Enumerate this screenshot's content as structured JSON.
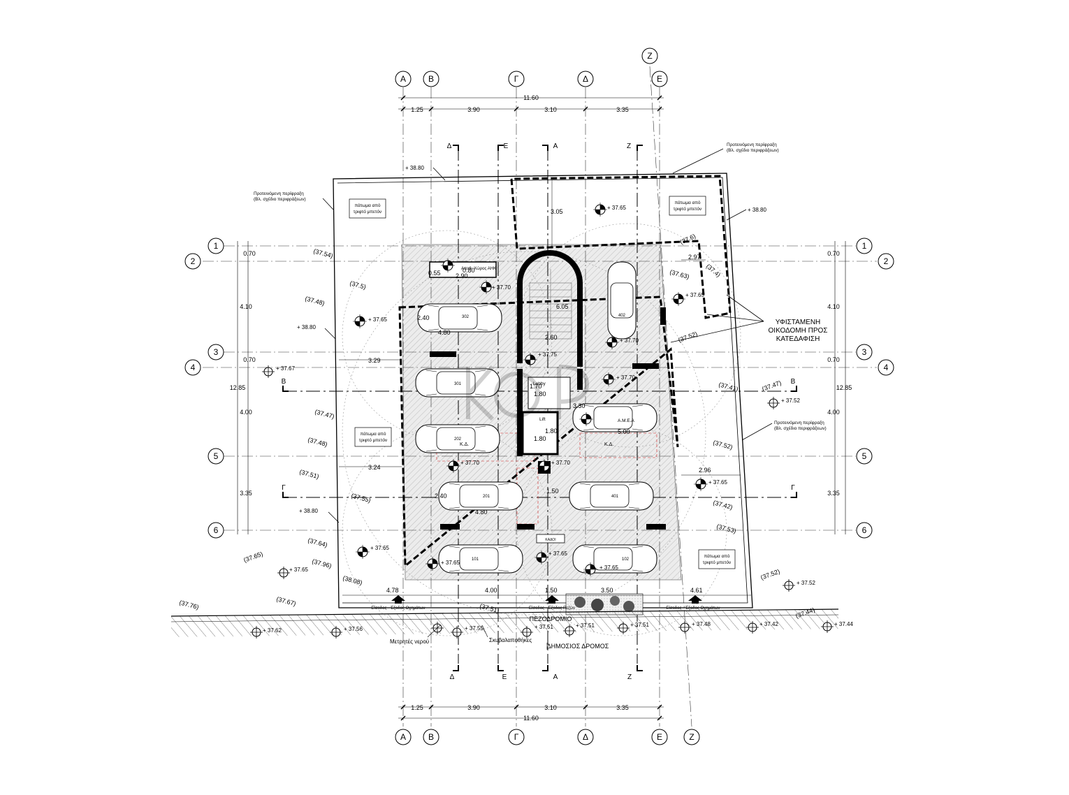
{
  "grid": {
    "columns": [
      "Α",
      "Β",
      "Γ",
      "Δ",
      "Ε"
    ],
    "column_extra": "Ζ",
    "rows_left": [
      "1",
      "2",
      "3",
      "4",
      "5",
      "6"
    ],
    "rows_right": [
      "1",
      "2",
      "3",
      "4",
      "5",
      "6"
    ]
  },
  "dims": {
    "top_total": "11.60",
    "top_segments": [
      "1.25",
      "3.90",
      "3.10",
      "3.35"
    ],
    "bottom_total": "11.60",
    "bottom_segments": [
      "1.25",
      "3.90",
      "3.10",
      "3.35"
    ],
    "left_total": "12.85",
    "left_segments": [
      "0.70",
      "4.10",
      "0.70",
      "4.00",
      "3.35"
    ],
    "right_total": "12.85",
    "right_segments": [
      "0.70",
      "4.10",
      "0.70",
      "4.00",
      "3.35"
    ],
    "interior": [
      "3.05",
      "2.97",
      "6.05",
      "2.60",
      "3.29",
      "1.70",
      "1.80",
      "3.30",
      "1.80",
      "1.80",
      "5.00",
      "3.24",
      "2.96",
      "2.40",
      "4.80",
      "2.40",
      "4.80",
      "1.50",
      "4.78",
      "4.00",
      "1.50",
      "3.50",
      "4.61",
      "0.80",
      "0.55",
      "2.90"
    ]
  },
  "sections": {
    "top": [
      "Δ",
      "Ε",
      "Α",
      "Ζ"
    ],
    "bottom": [
      "Δ",
      "Ε",
      "Α",
      "Ζ"
    ],
    "left_B": "Β",
    "right_B": "Β",
    "left_G": "Γ",
    "right_G": "Γ"
  },
  "notes": {
    "fence_top_right": [
      "Προτεινόμενη περίφραξη",
      "(Βλ. σχέδιο περιφράξεων)"
    ],
    "fence_left": [
      "Προτεινόμενη περίφραξη",
      "(Βλ. σχέδιο περιφράξεων)"
    ],
    "fence_right": [
      "Προτεινόμενη περίφραξη",
      "(Βλ. σχέδιο περιφράξεων)"
    ],
    "demolition": [
      "ΥΦΙΣΤΑΜΕΝΗ",
      "ΟΙΚΟΔΟΜΗ ΠΡΟΣ",
      "ΚΑΤΕΔΑΦΙΣΗ"
    ],
    "concrete_box": [
      "πάτωμα από",
      "τριφτό μπετόν"
    ],
    "lobby": "Lobby",
    "lift": "Lift",
    "amea": "Α.Μ.Ε.Α",
    "storage": "Αποθ. Χώρος ΑΗΚ",
    "bins": "ΚΑΔΟΙ",
    "sidewalk": "ΠΕΖΟΔΡΟΜΙΟ",
    "road": "ΔΗΜΟΣΙΟΣ ΔΡΟΜΟΣ",
    "water_meters": "Μετρητές νερού",
    "bin_storage": "Σκυβαλαποθήκες",
    "entrance_vehicles": "Είσοδος - Έξοδος Οχημάτων",
    "entrance_pedestrians": "Είσοδος - Έξοδος Πεζών",
    "kd": "Κ.Δ."
  },
  "parking": [
    "302",
    "301",
    "202",
    "201",
    "101",
    "402",
    "401",
    "102"
  ],
  "elevations": {
    "p3880a": "+ 38.80",
    "p3880b": "+ 38.80",
    "p3880c": "+ 38.80",
    "p3880d": "+ 38.80",
    "p3765a": "+ 37.65",
    "p3765b": "+ 37.65",
    "p3765c": "+ 37.65",
    "p3765d": "+ 37.65",
    "p3765e": "+ 37.65",
    "p3765f": "+ 37.65",
    "p3765g": "+ 37.65",
    "p3770a": "+ 37.70",
    "p3770b": "+ 37.70",
    "p3770c": "+ 37.70",
    "p3770d": "+ 37.70",
    "p3770e": "+ 37.70",
    "p3775": "+ 37.75",
    "p3767": "+ 37.67",
    "p3752a": "+ 37.52",
    "p3752b": "+ 37.52",
    "p3762": "+ 37.62",
    "p3756": "+ 37.56",
    "p3755": "+ 37.55",
    "p3751a": "+ 37.51",
    "p3751b": "+ 37.51",
    "p3751c": "+ 37.51",
    "p3748": "+ 37.48",
    "p3742": "+ 37.42",
    "p3744": "+ 37.44",
    "p3765h": "+ 37.65",
    "p3765i": "+ 37.65"
  },
  "existing_levels": [
    "(37.54)",
    "(37.5)",
    "(37.48)",
    "(37.63)",
    "(37.6)",
    "(37.4)",
    "(37.52)",
    "(37.47)",
    "(37.48)",
    "(37.51)",
    "(37.55)",
    "(37.64)",
    "(37.65)",
    "(37.96)",
    "(37.76)",
    "(37.52)",
    "(37.42)",
    "(37.53)",
    "(37.52)",
    "(37.47)",
    "(37.44)",
    "(37.41)",
    "(37.51)",
    "(37.67)",
    "(38.08)"
  ],
  "colors": {
    "line": "#000000",
    "hatch": "#c9c9c9",
    "red_dashed": "#d02020"
  }
}
